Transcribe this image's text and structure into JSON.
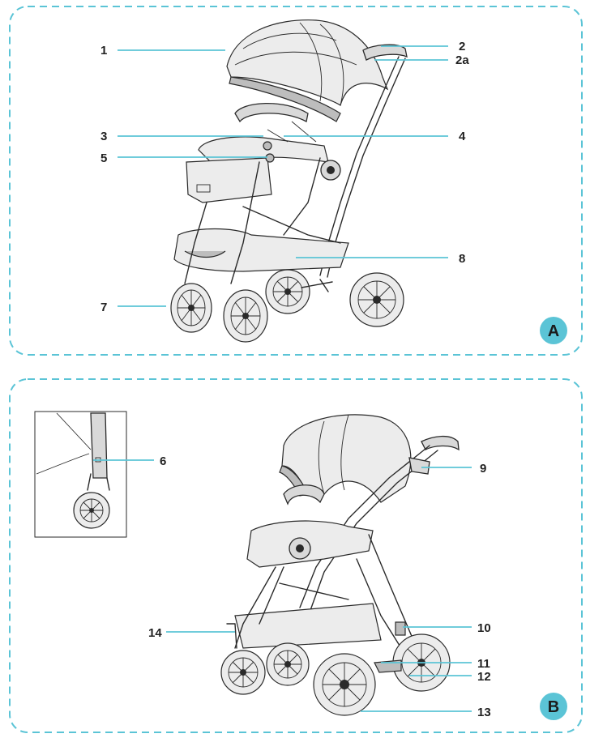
{
  "panels": [
    {
      "badge": "A",
      "callouts": [
        {
          "id": "1",
          "text": "1"
        },
        {
          "id": "2",
          "text": "2"
        },
        {
          "id": "2a",
          "text": "2a"
        },
        {
          "id": "3",
          "text": "3"
        },
        {
          "id": "4",
          "text": "4"
        },
        {
          "id": "5",
          "text": "5"
        },
        {
          "id": "7",
          "text": "7"
        },
        {
          "id": "8",
          "text": "8"
        }
      ]
    },
    {
      "badge": "B",
      "callouts": [
        {
          "id": "6",
          "text": "6"
        },
        {
          "id": "9",
          "text": "9"
        },
        {
          "id": "10",
          "text": "10"
        },
        {
          "id": "11",
          "text": "11"
        },
        {
          "id": "12",
          "text": "12"
        },
        {
          "id": "13",
          "text": "13"
        },
        {
          "id": "14",
          "text": "14"
        }
      ]
    }
  ],
  "colors": {
    "frame": "#5bc4d6",
    "badge": "#5bc4d6",
    "leader": "#5bc4d6",
    "ink": "#2a2a2a"
  }
}
